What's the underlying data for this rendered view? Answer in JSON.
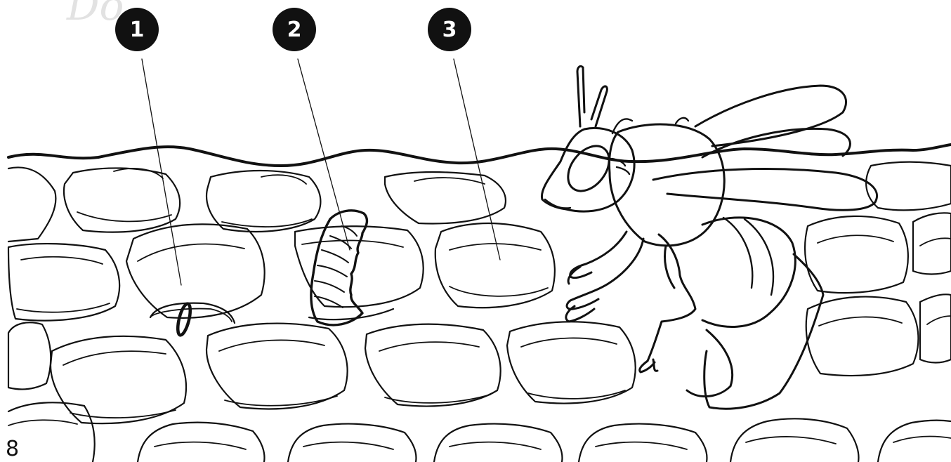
{
  "page": {
    "number": "8",
    "watermark": "Do"
  },
  "colors": {
    "ink": "#111111",
    "paper": "#ffffff",
    "label_fill": "#111111",
    "label_text": "#ffffff"
  },
  "callouts": [
    {
      "number": "1",
      "points_to": "egg"
    },
    {
      "number": "2",
      "points_to": "larva"
    },
    {
      "number": "3",
      "points_to": "empty cell"
    }
  ],
  "subjects": [
    "honeycomb",
    "egg",
    "larva",
    "honey-bee"
  ]
}
